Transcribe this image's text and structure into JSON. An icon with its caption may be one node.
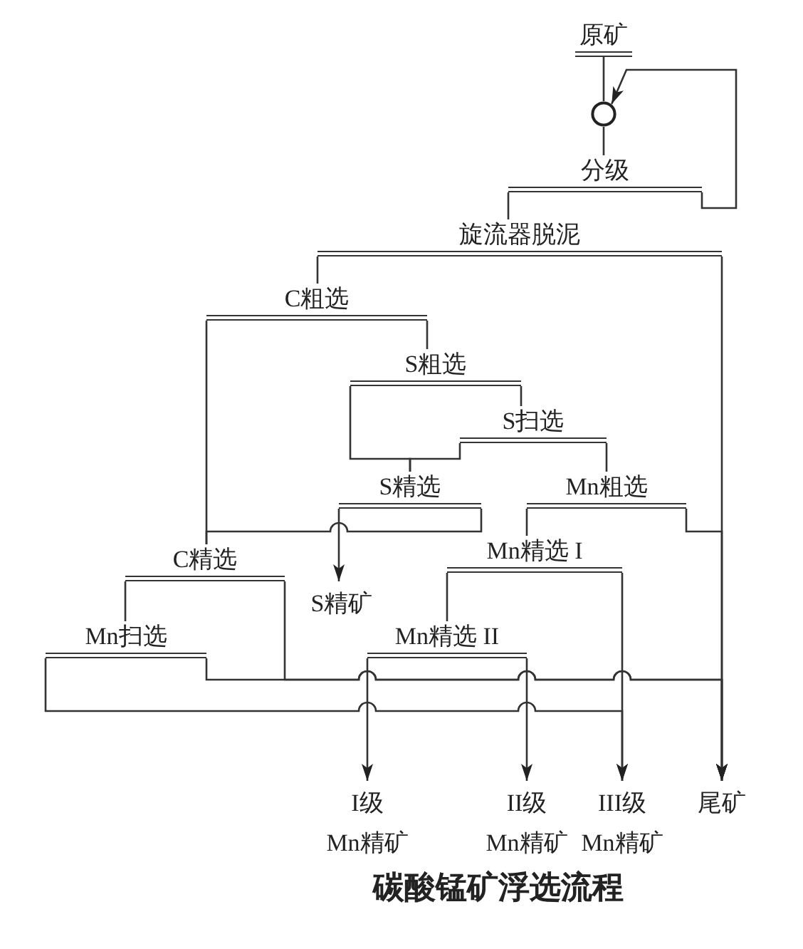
{
  "diagram": {
    "caption": "碳酸锰矿浮选流程",
    "nodes": [
      {
        "text": [
          "原矿"
        ]
      },
      {
        "text": [],
        "shape": "circle"
      },
      {
        "text": [
          "分级"
        ]
      },
      {
        "text": [
          "旋流器脱泥"
        ]
      },
      {
        "text": [
          "C粗选"
        ]
      },
      {
        "text": [
          "S粗选"
        ]
      },
      {
        "text": [
          "S扫选"
        ]
      },
      {
        "text": [
          "S精选"
        ]
      },
      {
        "text": [
          "Mn粗选"
        ]
      },
      {
        "text": [
          "C精选"
        ]
      },
      {
        "text": [
          "Mn精选 I"
        ]
      },
      {
        "text": [
          "S精矿"
        ]
      },
      {
        "text": [
          "Mn扫选"
        ]
      },
      {
        "text": [
          "Mn精选 II"
        ]
      },
      {
        "text": [
          "I级 Mn精矿"
        ]
      },
      {
        "text": [
          "II级 Mn精矿"
        ]
      },
      {
        "text": [
          "III级 Mn精矿"
        ]
      },
      {
        "text": [
          "尾矿"
        ]
      }
    ],
    "edges": [
      {
        "from": 0,
        "to": 1,
        "arrow": "none"
      },
      {
        "from": 1,
        "to": 2,
        "arrow": "none"
      },
      {
        "from": 2,
        "to": 1,
        "arrow": "to"
      },
      {
        "from": 2,
        "to": 3,
        "arrow": "none"
      },
      {
        "from": 3,
        "to": 4,
        "arrow": "none"
      },
      {
        "from": 3,
        "to": 17,
        "arrow": "to"
      },
      {
        "from": 4,
        "to": 5,
        "arrow": "none"
      },
      {
        "from": 4,
        "to": 9,
        "arrow": "none"
      },
      {
        "from": 5,
        "to": 6,
        "arrow": "none"
      },
      {
        "from": 5,
        "to": 7,
        "arrow": "none"
      },
      {
        "from": 6,
        "to": 7,
        "arrow": "none"
      },
      {
        "from": 6,
        "to": 8,
        "arrow": "none"
      },
      {
        "from": 7,
        "to": 11,
        "arrow": "to"
      },
      {
        "from": 7,
        "to": 9,
        "arrow": "none"
      },
      {
        "from": 8,
        "to": 10,
        "arrow": "none"
      },
      {
        "from": 8,
        "to": 17,
        "arrow": "to"
      },
      {
        "from": 10,
        "to": 13,
        "arrow": "none"
      },
      {
        "from": 10,
        "to": 16,
        "arrow": "to"
      },
      {
        "from": 13,
        "to": 14,
        "arrow": "to"
      },
      {
        "from": 13,
        "to": 15,
        "arrow": "to"
      },
      {
        "from": 9,
        "to": 12,
        "arrow": "none"
      },
      {
        "from": 9,
        "to": 17,
        "arrow": "to"
      },
      {
        "from": 12,
        "to": 17,
        "arrow": "to"
      },
      {
        "from": 12,
        "to": 16,
        "arrow": "to"
      }
    ]
  }
}
